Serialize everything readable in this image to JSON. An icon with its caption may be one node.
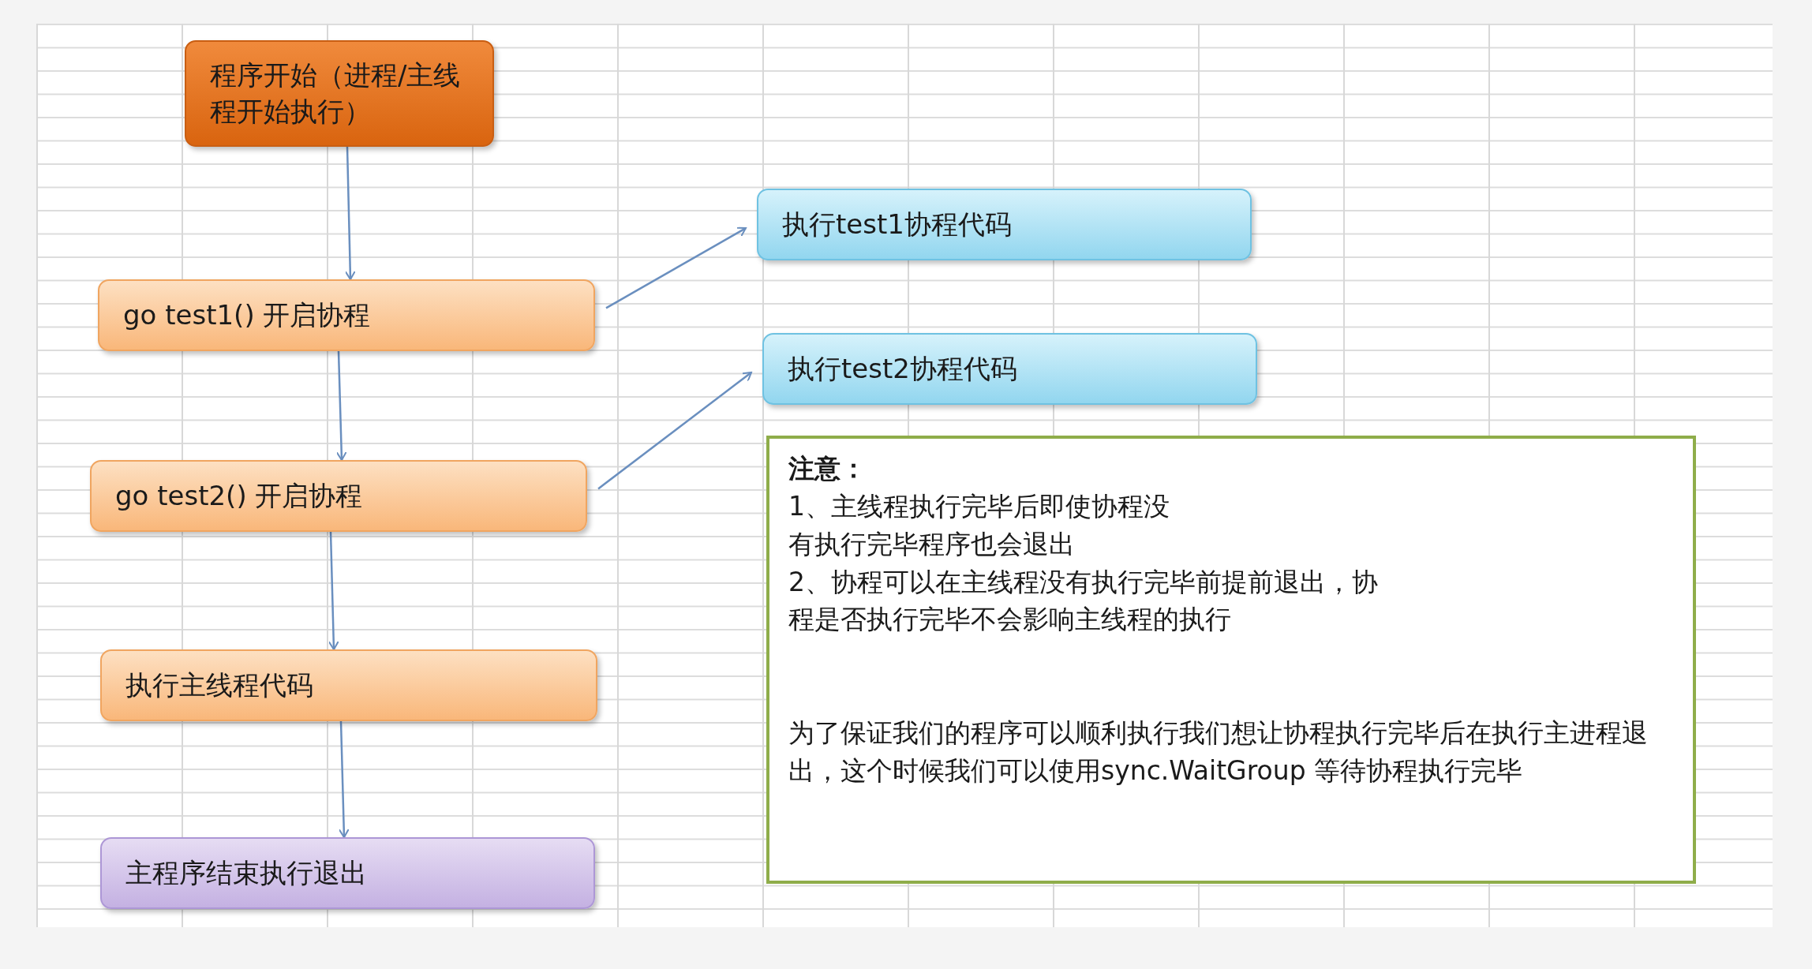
{
  "diagram": {
    "nodes": [
      {
        "text": [
          "程序开始（进程/主线程开始执行）"
        ]
      },
      {
        "text": [
          "go test1() 开启协程"
        ]
      },
      {
        "text": [
          "go test2() 开启协程"
        ]
      },
      {
        "text": [
          "执行主线程代码"
        ]
      },
      {
        "text": [
          "主程序结束执行退出"
        ]
      },
      {
        "text": [
          "执行test1协程代码"
        ]
      },
      {
        "text": [
          "执行test2协程代码"
        ]
      },
      {
        "text": [
          "注意：",
          "1、主线程执行完毕后即使协程没有执行完毕程序也会退出",
          "2、协程可以在主线程没有执行完毕前提前退出，协程是否执行完毕不会影响主线程的执行",
          "为了保证我们的程序可以顺利执行我们想让协程执行完毕后在执行主进程退出，这个时候我们可以使用sync.WaitGroup 等待协程执行完毕"
        ]
      }
    ],
    "edges": [
      {
        "from": 0,
        "to": 1,
        "arrow": "to"
      },
      {
        "from": 1,
        "to": 2,
        "arrow": "to"
      },
      {
        "from": 2,
        "to": 3,
        "arrow": "to"
      },
      {
        "from": 3,
        "to": 4,
        "arrow": "to"
      },
      {
        "from": 1,
        "to": 5,
        "arrow": "to"
      },
      {
        "from": 2,
        "to": 6,
        "arrow": "to"
      }
    ]
  }
}
